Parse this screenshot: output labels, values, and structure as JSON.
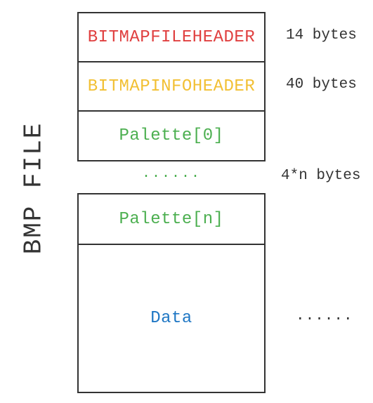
{
  "title": "BMP FILE",
  "segments": {
    "file_header": {
      "label": "BITMAPFILEHEADER",
      "color": "#e04040",
      "size": "14 bytes"
    },
    "info_header": {
      "label": "BITMAPINFOHEADER",
      "color": "#f2c034",
      "size": "40 bytes"
    },
    "palette_first": {
      "label": "Palette[0]",
      "color": "#4caf50"
    },
    "palette_gap": {
      "label": "......",
      "color": "#4caf50"
    },
    "palette_last": {
      "label": "Palette[n]",
      "color": "#4caf50"
    },
    "palette_size": "4*n bytes",
    "data": {
      "label": "Data",
      "color": "#1f77c4",
      "size": "......"
    }
  }
}
